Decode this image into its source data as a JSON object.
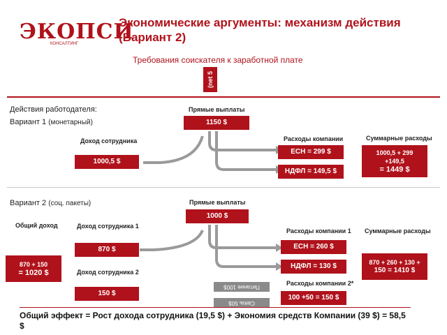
{
  "header": {
    "title": "Экономические аргументы: механизм действия (Вариант 2)",
    "logo": "ЭКОПСИ",
    "logo_sub": "КОНСАЛТИНГ",
    "requirement": "Требования соискателя к заработной плате",
    "net_tag": "(net 5"
  },
  "variant1": {
    "employer_actions": "Действия работодателя:",
    "title": "Вариант 1",
    "title_note": "(монетарный)",
    "direct_label": "Прямые выплаты",
    "direct_value": "1150 $",
    "income_label": "Доход сотрудника",
    "income_value": "1000,5 $",
    "costs_label": "Расходы компании",
    "esn": "ЕСН = 299 $",
    "ndfl": "НДФЛ = 149,5 $",
    "total_label": "Суммарные расходы",
    "total_line1": "1000,5 + 299",
    "total_line2": "+149,5",
    "total_line3": "= 1449 $"
  },
  "variant2": {
    "title": "Вариант 2",
    "title_note": "(соц. пакеты)",
    "direct_label": "Прямые выплаты",
    "direct_value": "1000 $",
    "common_income_label": "Общий доход",
    "common_income_line1": "870 + 150",
    "common_income_line2": "= 1020 $",
    "income1_label": "Доход сотрудника 1",
    "income1_value": "870 $",
    "income2_label": "Доход сотрудника 2",
    "income2_value": "150 $",
    "costs1_label": "Расходы компании 1",
    "esn": "ЕСН = 260 $",
    "ndfl": "НДФЛ = 130 $",
    "costs2_label": "Расходы компании 2*",
    "costs2_value": "100 +50 = 150 $",
    "food_tag": "Питание 100$",
    "comm_tag": "Связь 50$",
    "total_label": "Суммарные расходы",
    "total_line1": "870 + 260 + 130 +",
    "total_line2": "150 = 1410 $"
  },
  "footer": {
    "text": "Общий эффект = Рост дохода сотрудника (19,5 $) + Экономия средств Компании (39 $) = 58,5 $"
  },
  "colors": {
    "accent": "#b0121b",
    "grey": "#8a8a8a"
  }
}
